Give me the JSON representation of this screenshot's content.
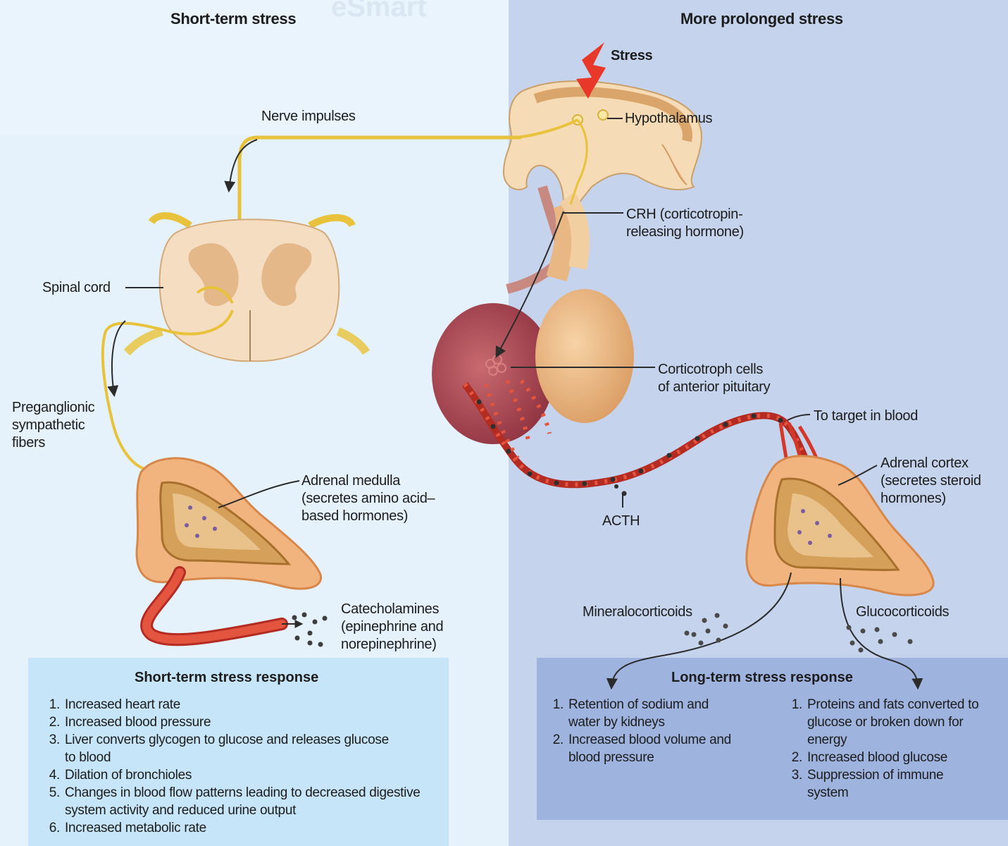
{
  "headers": {
    "left": "Short-term stress",
    "right": "More prolonged stress"
  },
  "labels": {
    "stress": "Stress",
    "hypothalamus": "Hypothalamus",
    "nerve_impulses": "Nerve impulses",
    "crh_1": "CRH (corticotropin-",
    "crh_2": "releasing hormone)",
    "spinal_cord": "Spinal cord",
    "pregang_1": "Preganglionic",
    "pregang_2": "sympathetic",
    "pregang_3": "fibers",
    "corticotroph_1": "Corticotroph cells",
    "corticotroph_2": "of anterior pituitary",
    "to_target": "To target in blood",
    "adrenal_medulla_1": "Adrenal medulla",
    "adrenal_medulla_2": "(secretes amino acid–",
    "adrenal_medulla_3": "based hormones)",
    "adrenal_cortex_1": "Adrenal cortex",
    "adrenal_cortex_2": "(secretes steroid",
    "adrenal_cortex_3": "hormones)",
    "acth": "ACTH",
    "catecholamines_1": "Catecholamines",
    "catecholamines_2": "(epinephrine and",
    "catecholamines_3": "norepinephrine)",
    "mineralocorticoids": "Mineralocorticoids",
    "glucocorticoids": "Glucocorticoids"
  },
  "short_term_box": {
    "title": "Short-term stress response",
    "items": [
      "Increased heart rate",
      "Increased blood pressure",
      "Liver converts glycogen to glucose and releases glucose to blood",
      "Dilation of bronchioles",
      "Changes in blood flow patterns leading to decreased digestive system activity and reduced urine output",
      "Increased metabolic rate"
    ]
  },
  "long_term_box": {
    "title": "Long-term stress response",
    "mineralo_items": [
      "Retention of sodium and water by kidneys",
      "Increased blood volume and blood pressure"
    ],
    "gluco_items": [
      "Proteins and fats converted to glucose or broken down for energy",
      "Increased blood glucose",
      "Suppression of immune system"
    ]
  },
  "watermark": "eSmart",
  "colors": {
    "left_bg": "#e5f2fb",
    "right_bg": "#c5d4ec",
    "left_box": "#c6e5f8",
    "right_box": "#9fb3df",
    "nerve": "#e8c23a",
    "blood_vessel": "#c9382a",
    "adrenal": "#f2b47e",
    "pituitary_anterior": "#a8474f",
    "pituitary_posterior": "#e9b783"
  }
}
